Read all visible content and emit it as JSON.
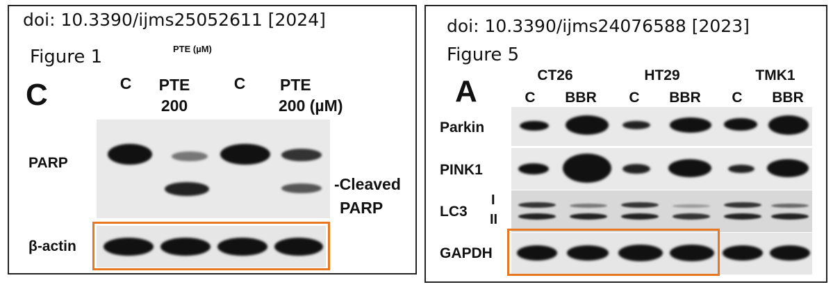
{
  "left": {
    "doi": "doi: 10.3390/ijms25052611 [2024]",
    "figure": "Figure 1",
    "subtitle": "PTE (µM)",
    "panel_letter": "C",
    "lanes": [
      {
        "line1": "C",
        "line2": ""
      },
      {
        "line1": "PTE",
        "line2": "200"
      },
      {
        "line1": "C",
        "line2": ""
      },
      {
        "line1": "PTE",
        "line2": "200 (µM)"
      }
    ],
    "rows": {
      "parp": "PARP",
      "cleaved1": "-Cleaved",
      "cleaved2": "PARP",
      "actin": "β-actin"
    },
    "highlight_color": "#E87722"
  },
  "right": {
    "doi": "doi: 10.3390/ijms24076588 [2023]",
    "figure": "Figure 5",
    "panel_letter": "A",
    "cell_lines": [
      "CT26",
      "HT29",
      "TMK1"
    ],
    "lanes": [
      "C",
      "BBR",
      "C",
      "BBR",
      "C",
      "BBR"
    ],
    "rows": {
      "parkin": "Parkin",
      "pink1": "PINK1",
      "lc3": "LC3",
      "lc3_i": "I",
      "lc3_ii": "II",
      "gapdh": "GAPDH"
    },
    "highlight_color": "#E87722"
  }
}
